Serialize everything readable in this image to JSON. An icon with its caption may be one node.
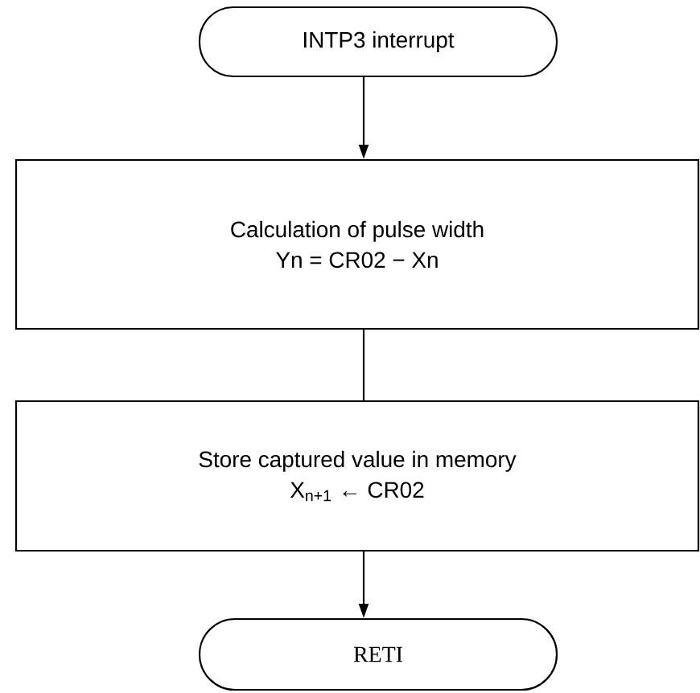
{
  "diagram": {
    "nodes": [
      {
        "text": [
          "INTP3 interrupt"
        ]
      },
      {
        "text": [
          "Calculation of pulse width",
          "Yn = CR02 − Xn"
        ]
      },
      {
        "text": [
          "Store captured value in memory",
          "X$_{n+1}$ ← CR02"
        ]
      },
      {
        "text": [
          "RETI"
        ]
      }
    ],
    "edges": [
      {
        "from": 0,
        "to": 1,
        "arrow": "to"
      },
      {
        "from": 1,
        "to": 2,
        "arrow": "none"
      },
      {
        "from": 2,
        "to": 3,
        "arrow": "to"
      }
    ]
  }
}
